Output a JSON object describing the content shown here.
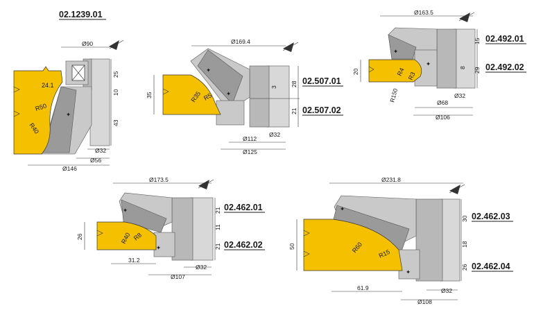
{
  "profiles": [
    {
      "codes": [
        "02.1239.01"
      ],
      "diameters": [
        "Ø90",
        "Ø146",
        "Ø56",
        "Ø32"
      ],
      "heights": [
        "25",
        "10",
        "43"
      ],
      "radii": [
        "R50",
        "R40"
      ],
      "offsets": [
        "24.1"
      ]
    },
    {
      "codes": [
        "02.507.01",
        "02.507.02"
      ],
      "diameters": [
        "Ø169.4",
        "Ø112",
        "Ø125",
        "Ø32"
      ],
      "heights": [
        "35",
        "28",
        "3",
        "21"
      ],
      "radii": [
        "R35",
        "R5"
      ],
      "offsets": []
    },
    {
      "codes": [
        "02.492.01",
        "02.492.02"
      ],
      "diameters": [
        "Ø163.5",
        "Ø32",
        "Ø68",
        "Ø106"
      ],
      "heights": [
        "15",
        "8",
        "29",
        "20"
      ],
      "radii": [
        "R150",
        "R4",
        "R3"
      ],
      "offsets": []
    },
    {
      "codes": [
        "02.462.01",
        "02.462.02"
      ],
      "diameters": [
        "Ø173.5",
        "Ø32",
        "Ø107"
      ],
      "heights": [
        "21",
        "11",
        "21",
        "26"
      ],
      "radii": [
        "R40",
        "R8"
      ],
      "offsets": [
        "31.2"
      ]
    },
    {
      "codes": [
        "02.462.03",
        "02.462.04"
      ],
      "diameters": [
        "Ø231.8",
        "Ø32",
        "Ø108"
      ],
      "heights": [
        "30",
        "18",
        "26",
        "50"
      ],
      "radii": [
        "R60",
        "R15"
      ],
      "offsets": [
        "61.9"
      ]
    }
  ]
}
